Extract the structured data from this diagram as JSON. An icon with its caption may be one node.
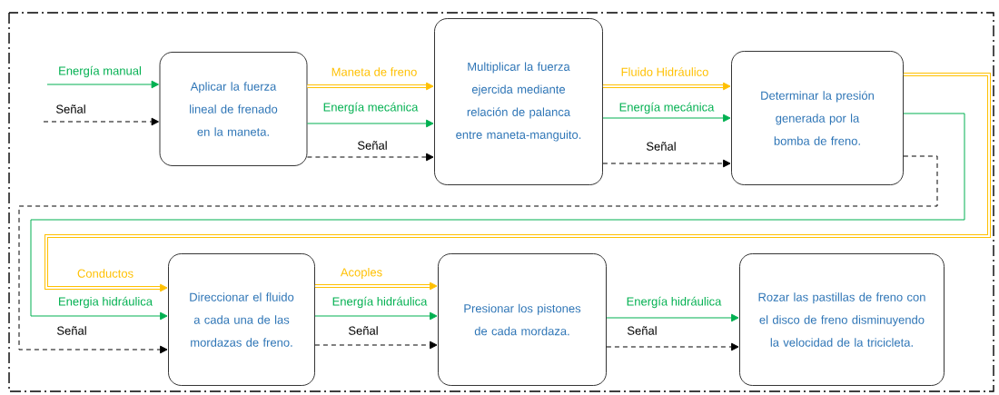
{
  "diagram": {
    "nodes": [
      {
        "text": [
          "Aplicar la fuerza lineal de frenado en la maneta."
        ]
      },
      {
        "text": [
          "Multiplicar la fuerza ejercida mediante relación de palanca entre maneta-manguito."
        ]
      },
      {
        "text": [
          "Determinar la presión generada por la bomba de freno."
        ]
      },
      {
        "text": [
          "Direccionar el fluido a cada una de las mordazas de freno."
        ]
      },
      {
        "text": [
          "Presionar los pistones de cada mordaza."
        ]
      },
      {
        "text": [
          "Rozar las pastillas de freno con el disco de freno disminuyendo la velocidad de la tricicleta."
        ]
      }
    ],
    "edges": [
      {
        "from": null,
        "to": 0,
        "arrow": "to",
        "label": "Energía manual",
        "color": "#00b050"
      },
      {
        "from": null,
        "to": 0,
        "arrow": "to",
        "label": "Señal",
        "style": "dashed",
        "color": "#000000"
      },
      {
        "from": 0,
        "to": 1,
        "arrow": "to",
        "label": "Maneta de freno",
        "style": "thick",
        "color": "#ffc000"
      },
      {
        "from": 0,
        "to": 1,
        "arrow": "to",
        "label": "Energía mecánica",
        "color": "#00b050"
      },
      {
        "from": 0,
        "to": 1,
        "arrow": "to",
        "label": "Señal",
        "style": "dashed",
        "color": "#000000"
      },
      {
        "from": 1,
        "to": 2,
        "arrow": "to",
        "label": "Fluido Hidráulico",
        "style": "thick",
        "color": "#ffc000"
      },
      {
        "from": 1,
        "to": 2,
        "arrow": "to",
        "label": "Energía mecánica",
        "color": "#00b050"
      },
      {
        "from": 1,
        "to": 2,
        "arrow": "to",
        "label": "Señal",
        "style": "dashed",
        "color": "#000000"
      },
      {
        "from": 2,
        "to": 3,
        "arrow": "to",
        "label": "Conductos",
        "style": "thick",
        "color": "#ffc000"
      },
      {
        "from": 2,
        "to": 3,
        "arrow": "to",
        "label": "Energia hidráulica",
        "color": "#00b050"
      },
      {
        "from": 2,
        "to": 3,
        "arrow": "to",
        "label": "Señal",
        "style": "dashed",
        "color": "#000000"
      },
      {
        "from": 3,
        "to": 4,
        "arrow": "to",
        "label": "Acoples",
        "style": "thick",
        "color": "#ffc000"
      },
      {
        "from": 3,
        "to": 4,
        "arrow": "to",
        "label": "Energía hidráulica",
        "color": "#00b050"
      },
      {
        "from": 3,
        "to": 4,
        "arrow": "to",
        "label": "Señal",
        "style": "dashed",
        "color": "#000000"
      },
      {
        "from": 4,
        "to": 5,
        "arrow": "to",
        "label": "Energía hidráulica",
        "color": "#00b050"
      },
      {
        "from": 4,
        "to": 5,
        "arrow": "to",
        "label": "Señal",
        "style": "dashed",
        "color": "#000000"
      }
    ]
  }
}
